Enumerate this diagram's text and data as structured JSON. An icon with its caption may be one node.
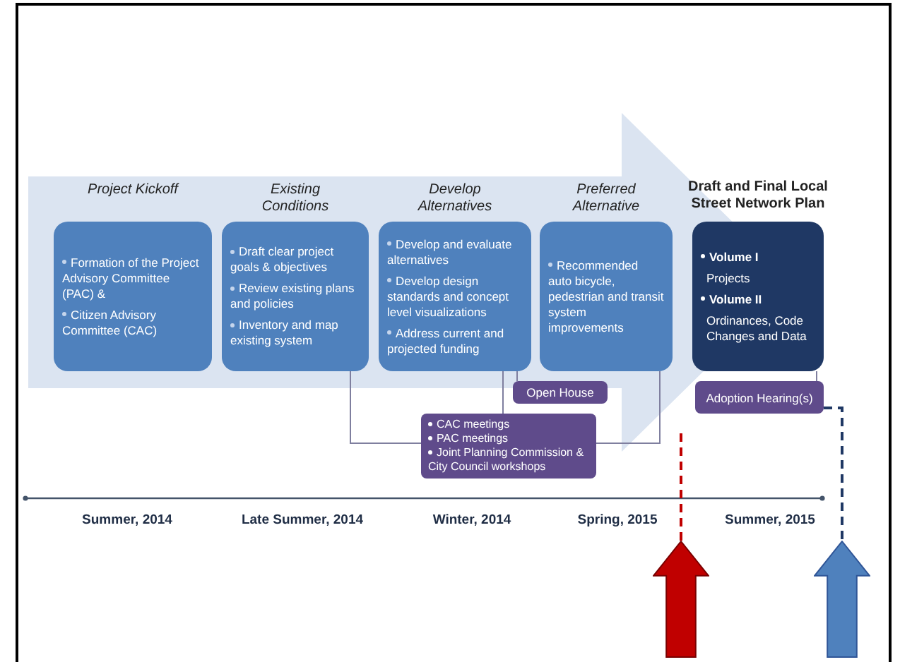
{
  "diagram": {
    "nodes": [
      {
        "text": [
          "Project Kickoff",
          "Formation of the Project Advisory Committee  (PAC) &",
          "Citizen Advisory Committee (CAC)"
        ]
      },
      {
        "text": [
          "Existing Conditions",
          "Draft clear project goals & objectives",
          "Review existing plans and policies",
          "Inventory and map existing system"
        ]
      },
      {
        "text": [
          "Develop Alternatives",
          "Develop and evaluate alternatives",
          "Develop design standards and concept level visualizations",
          "Address current and projected funding"
        ]
      },
      {
        "text": [
          "Preferred Alternative",
          "Recommended auto bicycle, pedestrian and transit system improvements"
        ]
      },
      {
        "text": [
          "Draft and Final Local Street Network Plan",
          "Volume I",
          "Projects",
          "Volume II",
          "Ordinances, Code Changes and Data"
        ]
      },
      {
        "text": [
          "Open House"
        ]
      },
      {
        "text": [
          "CAC meetings",
          "PAC meetings",
          "Joint Planning Commission & City Council workshops"
        ]
      },
      {
        "text": [
          "Adoption Hearing(s)"
        ]
      },
      {
        "text": [],
        "shape": "arrow"
      },
      {
        "text": [],
        "shape": "arrow"
      }
    ],
    "edges": [
      {
        "from": 0,
        "to": 4,
        "arrow": "to",
        "style": "thick",
        "color": "#dbe4f1"
      },
      {
        "from": 1,
        "to": 6,
        "arrow": "none"
      },
      {
        "from": 2,
        "to": 6,
        "arrow": "none"
      },
      {
        "from": 2,
        "to": 5,
        "arrow": "none"
      },
      {
        "from": 3,
        "to": 6,
        "arrow": "none"
      },
      {
        "from": 4,
        "to": 7,
        "arrow": "none"
      },
      {
        "from": 7,
        "to": 9,
        "arrow": "none",
        "style": "dashed",
        "color": "#1f3864"
      },
      {
        "from": 8,
        "to": null,
        "arrow": "none",
        "style": "dashed",
        "color": "#c00000"
      }
    ],
    "labels": [
      "Summer, 2014",
      "Late Summer, 2014",
      "Winter, 2014",
      "Spring, 2015",
      "Summer, 2015"
    ]
  }
}
